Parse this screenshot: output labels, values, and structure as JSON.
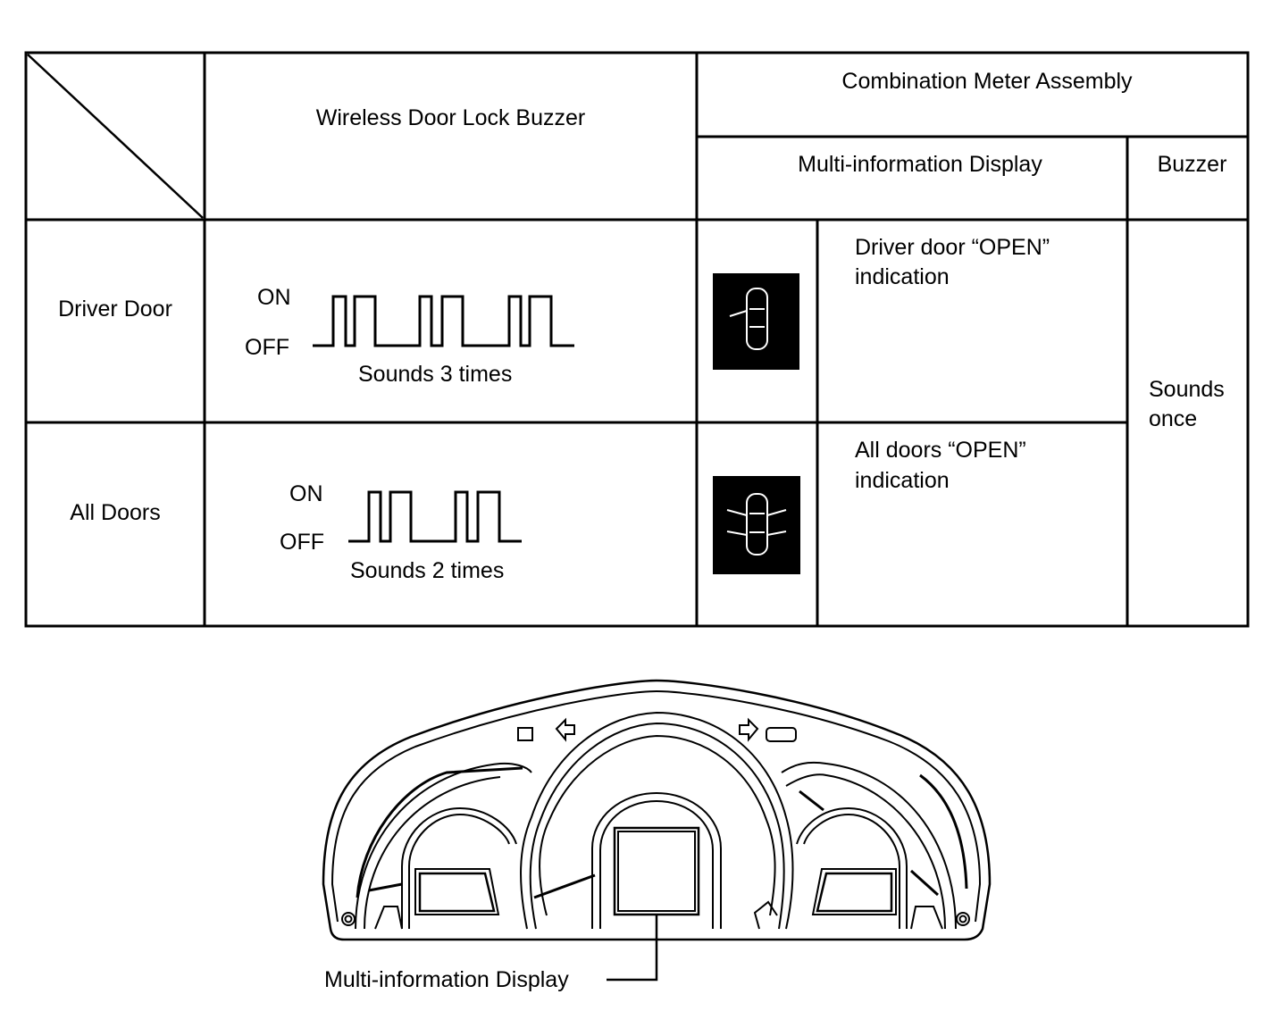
{
  "table": {
    "header": {
      "buzzer_col": "Wireless Door Lock Buzzer",
      "meter_group": "Combination Meter Assembly",
      "mid_col": "Multi-information Display",
      "meter_buzzer_col": "Buzzer"
    },
    "rows": [
      {
        "label": "Driver Door",
        "wave_on": "ON",
        "wave_off": "OFF",
        "pulses": 3,
        "sounds": "Sounds 3 times",
        "icon": "driver-door-open-icon",
        "indication": [
          "Driver door “OPEN”",
          "indication"
        ]
      },
      {
        "label": "All Doors",
        "wave_on": "ON",
        "wave_off": "OFF",
        "pulses": 2,
        "sounds": "Sounds 2 times",
        "icon": "all-doors-open-icon",
        "indication": [
          "All doors “OPEN”",
          "indication"
        ]
      }
    ],
    "meter_buzzer": [
      "Sounds",
      "once"
    ]
  },
  "diagram": {
    "callout": "Multi-information Display"
  }
}
